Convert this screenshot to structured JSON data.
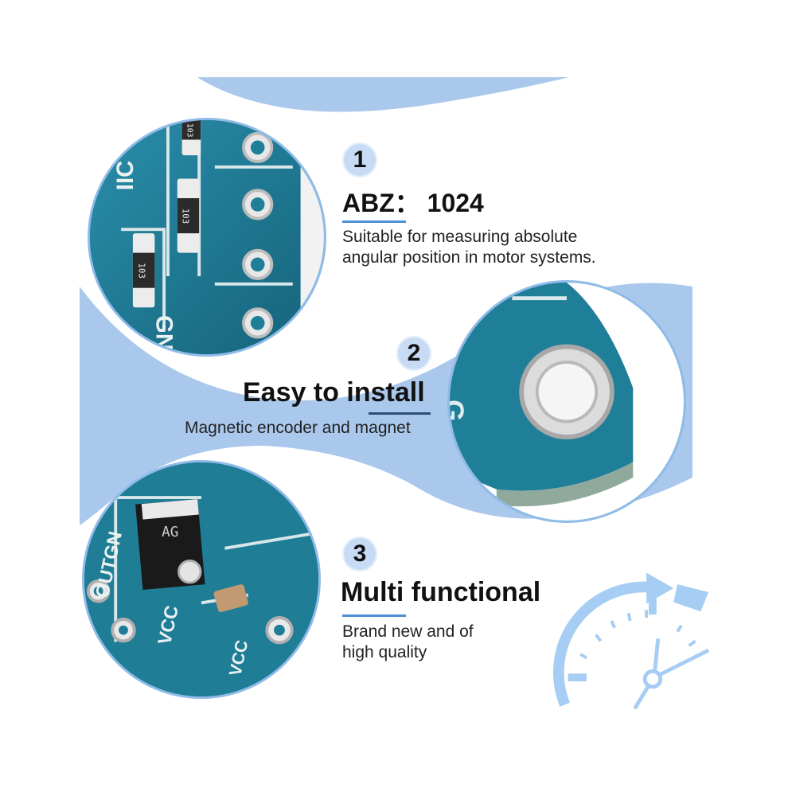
{
  "features": [
    {
      "number": "1",
      "title": "ABZ：  1024",
      "description_lines": [
        "Suitable for measuring absolute",
        "angular position in motor systems."
      ]
    },
    {
      "number": "2",
      "title": "Easy to install",
      "description_lines": [
        "Magnetic encoder and magnet"
      ]
    },
    {
      "number": "3",
      "title": "Multi functional",
      "description_lines": [
        "Brand new and of",
        "high quality"
      ]
    }
  ],
  "pcb_silkscreen": {
    "iic": "IIC",
    "gnd": "GND",
    "resistor_a": "103",
    "resistor_b": "103",
    "resistor_c": "103",
    "diode_marking": "AG",
    "outgnd": "OUTGN",
    "vcc_vertical": "VCC",
    "vcc_small": "VCC",
    "cut_text": "G"
  },
  "colors": {
    "background": "#ffffff",
    "wave_blue": "#a9c8ec",
    "badge_blue": "#c7dcf4",
    "accent_line": "#4b8fd6",
    "pcb_teal": "#1e7d96",
    "clock_blue": "#a6cdf3"
  },
  "icons": [
    "stopwatch-icon",
    "arrow-icon"
  ]
}
